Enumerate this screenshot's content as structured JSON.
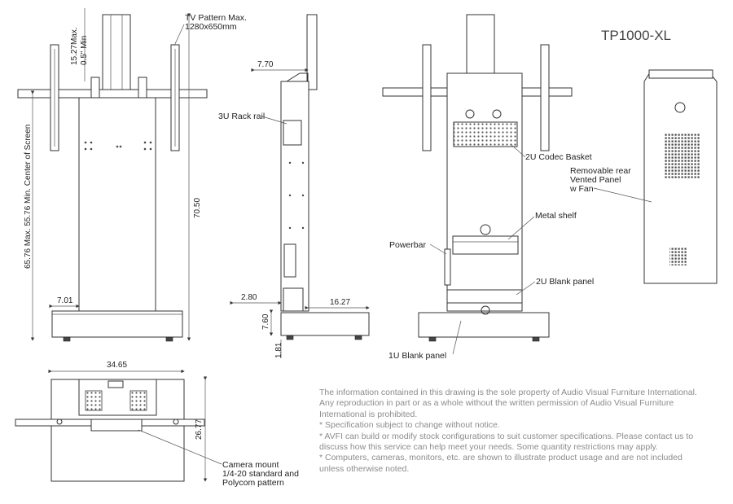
{
  "model_title": "TP1000-XL",
  "front_view": {
    "tv_pattern_line1": "TV Pattern Max.",
    "tv_pattern_line2": "1280x650mm",
    "dim_adjust_max": "15.27Max.",
    "dim_adjust_min": "0.5\" Min",
    "dim_screen_center": "65.76 Max. 55.76 Min. Center of Screen",
    "dim_height": "70.50",
    "dim_base_offset": "7.01"
  },
  "side_view": {
    "dim_depth_top": "7.70",
    "rack_rail_label": "3U Rack rail",
    "dim_offset": "2.80",
    "dim_base_depth": "16.27",
    "dim_base_height": "7.60",
    "dim_caster": "1.81"
  },
  "rear_view": {
    "codec_basket_label": "2U Codec Basket",
    "metal_shelf_label": "Metal shelf",
    "powerbar_label": "Powerbar",
    "blank_2u_label": "2U Blank panel",
    "blank_1u_label": "1U Blank panel"
  },
  "side_panel": {
    "label_line1": "Removable rear",
    "label_line2": "Vented Panel",
    "label_line3": "w Fan"
  },
  "top_view": {
    "dim_width": "34.65",
    "dim_depth": "26.77",
    "camera_line1": "Camera mount",
    "camera_line2": "1/4-20 standard and",
    "camera_line3": "Polycom pattern"
  },
  "disclaimer": {
    "line1": "The information contained in this drawing is the sole property of Audio Visual Furniture International.",
    "line2": "Any reproduction in part or as a whole without the written permission of Audio Visual Furniture",
    "line3": "International is prohibited.",
    "line4": "* Specification subject to change without notice.",
    "line5": "* AVFI can build or modify stock configurations to suit customer specifications. Please contact us to",
    "line6": "discuss how this service can help meet your needs. Some quantity restrictions may apply.",
    "line7": "* Computers, cameras, monitors, etc. are shown to illustrate product usage and are not included",
    "line8": "unless otherwise noted."
  }
}
